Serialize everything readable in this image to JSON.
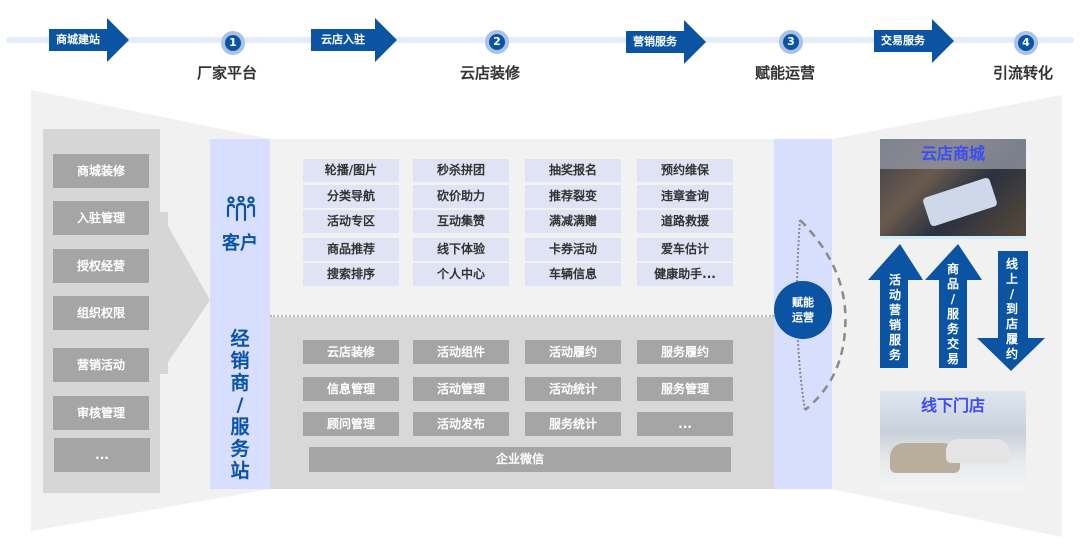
{
  "timeline": {
    "arrows": [
      "商城建站",
      "云店入驻",
      "营销服务",
      "交易服务"
    ],
    "steps": [
      {
        "number": "1",
        "label": "厂家平台"
      },
      {
        "number": "2",
        "label": "云店装修"
      },
      {
        "number": "3",
        "label": "赋能运营"
      },
      {
        "number": "4",
        "label": "引流转化"
      }
    ]
  },
  "left_panel": {
    "items": [
      "商城装修",
      "入驻管理",
      "授权经营",
      "组织权限",
      "营销活动",
      "审核管理",
      "..."
    ]
  },
  "customer": {
    "icon": "people-group-icon",
    "label": "客户",
    "features": [
      [
        "轮播/图片",
        "秒杀拼团",
        "抽奖报名",
        "预约维保"
      ],
      [
        "分类导航",
        "砍价助力",
        "推荐裂变",
        "违章查询"
      ],
      [
        "活动专区",
        "互动集赞",
        "满减满赠",
        "道路救援"
      ],
      [
        "商品推荐",
        "线下体验",
        "卡券活动",
        "爱车估计"
      ],
      [
        "搜索排序",
        "个人中心",
        "车辆信息",
        "健康助手..."
      ]
    ]
  },
  "dealer": {
    "label_chars": [
      "经",
      "销",
      "商",
      "/",
      "服",
      "务",
      "站"
    ],
    "features": [
      [
        "云店装修",
        "活动组件",
        "活动履约",
        "服务履约"
      ],
      [
        "信息管理",
        "活动管理",
        "活动统计",
        "服务管理"
      ],
      [
        "顾问管理",
        "活动发布",
        "服务统计",
        "..."
      ]
    ],
    "footer": "企业微信"
  },
  "enablement": {
    "label_line1": "赋能",
    "label_line2": "运营"
  },
  "right_panel": {
    "online_store": "云店商城",
    "offline_store": "线下门店",
    "arrows": [
      {
        "direction": "up",
        "chars": [
          "活",
          "动",
          "营",
          "销",
          "服",
          "务"
        ]
      },
      {
        "direction": "up",
        "chars": [
          "商",
          "品",
          "/",
          "服",
          "务",
          "交",
          "易"
        ]
      },
      {
        "direction": "down",
        "chars": [
          "线",
          "上",
          "/",
          "到",
          "店",
          "履",
          "约"
        ]
      }
    ]
  },
  "colors": {
    "brand_blue": "#0b54a3",
    "light_blue": "#d8dffe",
    "gray_box": "#a5a5a5",
    "store_title": "#3a4df5"
  }
}
